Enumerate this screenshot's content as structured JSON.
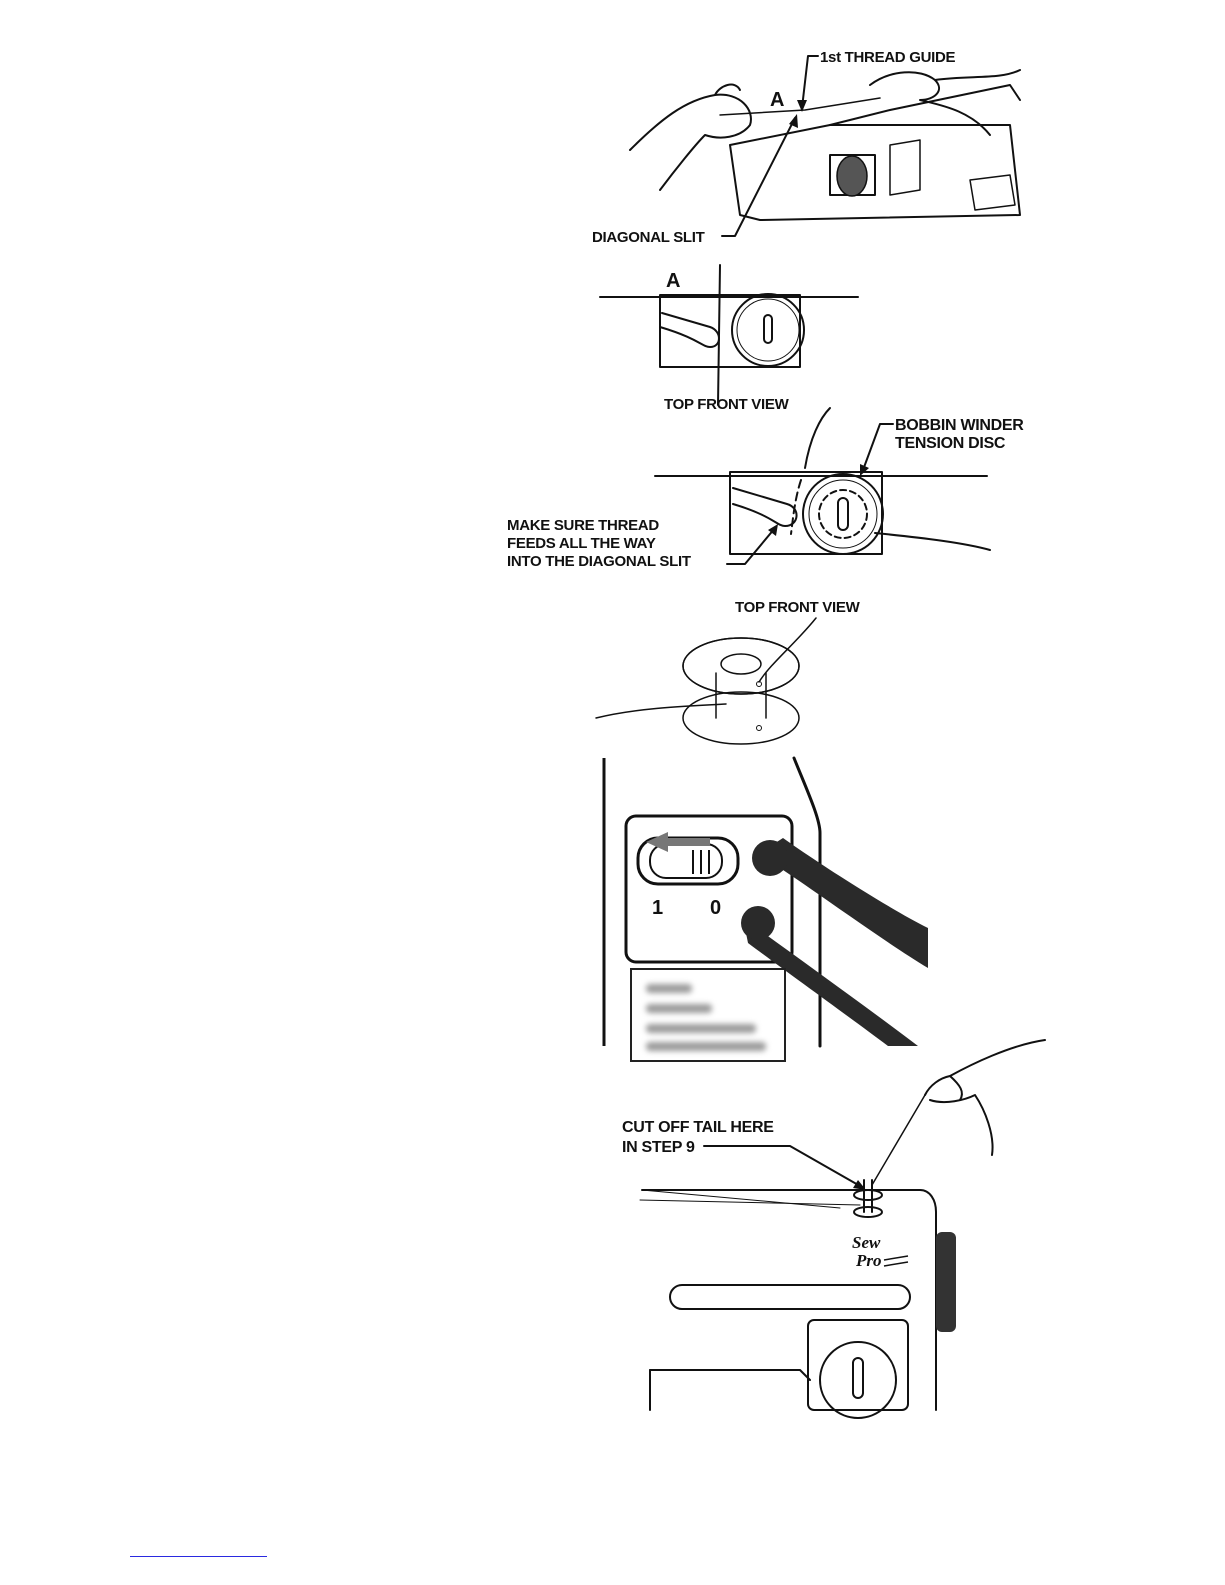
{
  "figures": {
    "fig1": {
      "label_thread_guide": "1st THREAD GUIDE",
      "label_a": "A",
      "label_diagonal_slit": "DIAGONAL SLIT"
    },
    "fig2": {
      "label_a": "A",
      "caption": "TOP FRONT VIEW"
    },
    "fig3": {
      "label_tension_disc_line1": "BOBBIN WINDER",
      "label_tension_disc_line2": "TENSION DISC",
      "label_feed_line1": "MAKE SURE THREAD",
      "label_feed_line2": "FEEDS ALL THE WAY",
      "label_feed_line3": "INTO THE  DIAGONAL SLIT",
      "caption": "TOP FRONT VIEW"
    },
    "fig5": {
      "switch_on": "1",
      "switch_off": "0"
    },
    "fig6": {
      "label_cut_line1": "CUT OFF TAIL HERE",
      "label_cut_line2": "IN STEP 9",
      "brand_line1": "Sew",
      "brand_line2": "Pro"
    }
  },
  "icons": {
    "bobbin": "bobbin-icon",
    "power_switch": "power-switch-icon"
  }
}
